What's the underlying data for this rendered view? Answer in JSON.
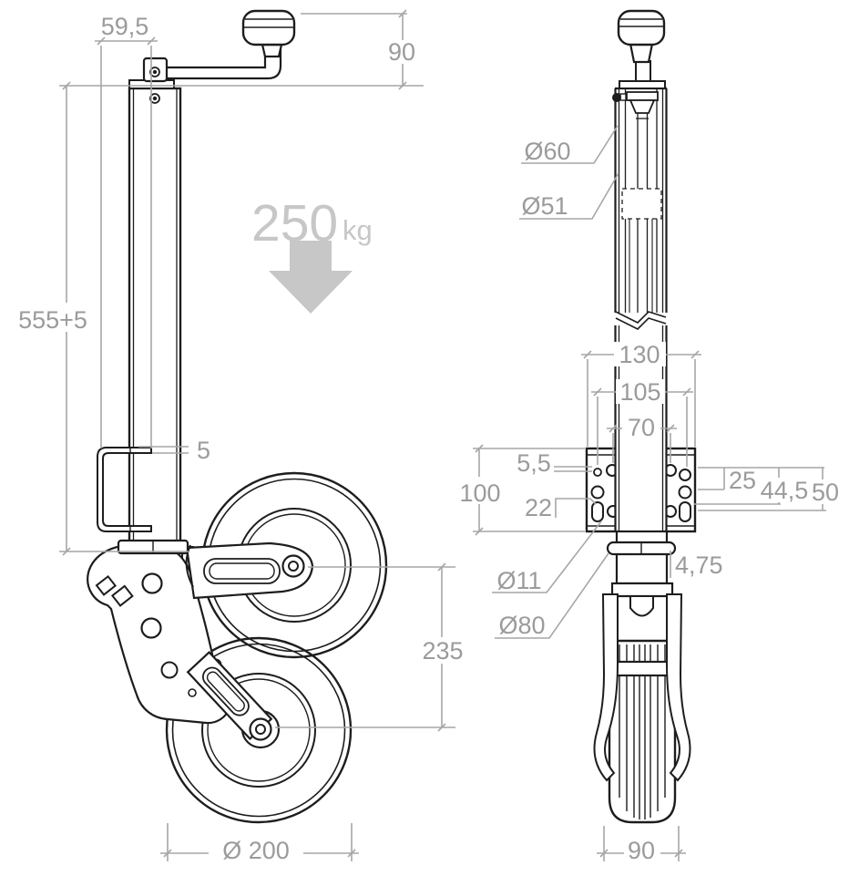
{
  "badge": {
    "value": "250",
    "unit": "kg"
  },
  "side_view": {
    "dims": {
      "crank_offset": "59,5",
      "crank_height": "90",
      "tube_height": "555+5",
      "clamp_thickness": "5",
      "wheel_center_offset": "235",
      "wheel_diameter": "Ø 200"
    }
  },
  "front_view": {
    "dims": {
      "outer_tube_dia": "Ø60",
      "inner_tube_dia": "Ø51",
      "plate_width": "130",
      "hole_spacing_outer": "105",
      "hole_spacing_inner": "70",
      "plate_height": "100",
      "small_hole_dia": "5,5",
      "slot_length": "22",
      "row_offset_1": "25",
      "row_offset_2": "44,5",
      "row_offset_3": "50",
      "washer_thickness": "4,75",
      "bolt_hole_dia": "Ø11",
      "flange_dia": "Ø80",
      "wheel_width": "90"
    }
  },
  "colors": {
    "line": "#1d1d1d",
    "dimension": "#a6a6a6",
    "dimension_text": "#9b9b9b",
    "badge": "#c7c7c7",
    "background": "#ffffff"
  }
}
